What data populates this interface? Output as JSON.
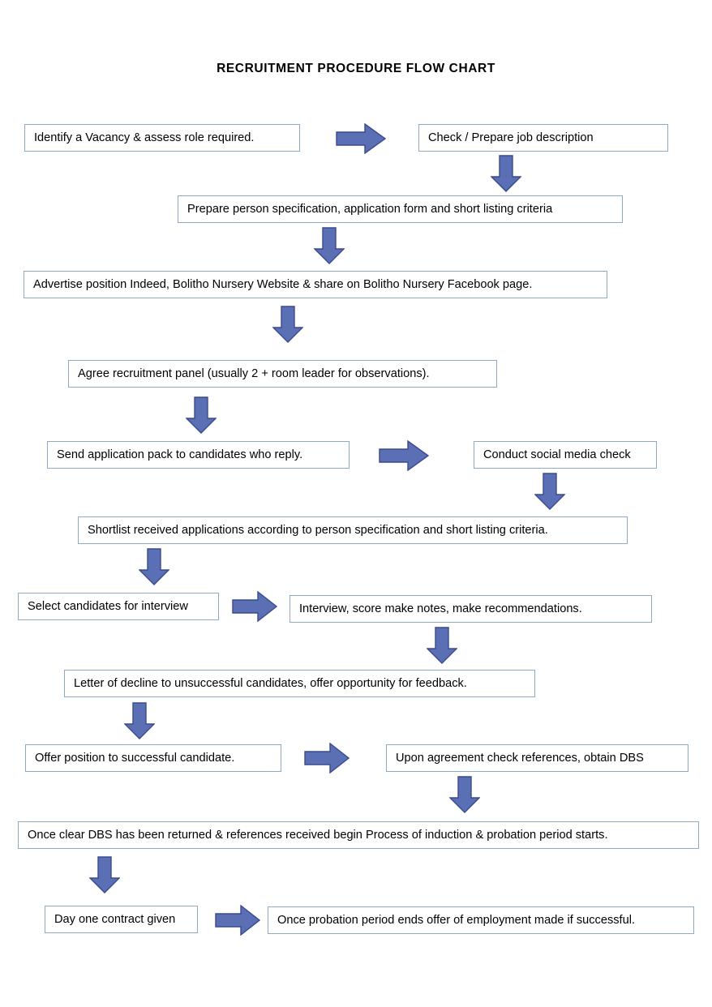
{
  "page": {
    "title": "RECRUITMENT PROCEDURE FLOW CHART",
    "background_color": "#ffffff",
    "box_border_color": "#8faac4",
    "arrow_fill_color": "#5b6fb5",
    "arrow_border_color": "#3a4a8c",
    "text_color": "#000000"
  },
  "nodes": [
    {
      "id": "identify-vacancy",
      "label": "Identify a Vacancy & assess role required."
    },
    {
      "id": "check-job-description",
      "label": "Check / Prepare job description"
    },
    {
      "id": "prepare-person-spec",
      "label": "Prepare person specification, application form and short listing criteria"
    },
    {
      "id": "advertise-position",
      "label": "Advertise position Indeed, Bolitho Nursery Website & share on Bolitho Nursery Facebook page."
    },
    {
      "id": "agree-recruitment-panel",
      "label": "Agree recruitment panel (usually 2 + room leader for observations)."
    },
    {
      "id": "send-application-pack",
      "label": "Send application pack to candidates who reply."
    },
    {
      "id": "conduct-social-check",
      "label": "Conduct social media check"
    },
    {
      "id": "shortlist-applications",
      "label": "Shortlist received applications according to person specification and short listing criteria."
    },
    {
      "id": "select-candidates",
      "label": "Select candidates for interview"
    },
    {
      "id": "interview-score",
      "label": "Interview, score make notes, make recommendations."
    },
    {
      "id": "letter-of-decline",
      "label": "Letter of decline to unsuccessful candidates, offer opportunity for feedback."
    },
    {
      "id": "offer-position",
      "label": "Offer position to successful candidate."
    },
    {
      "id": "check-references-dbs",
      "label": "Upon agreement check references, obtain DBS"
    },
    {
      "id": "induction-probation",
      "label": "Once clear DBS has been returned & references received begin Process of induction & probation period starts."
    },
    {
      "id": "day-one-contract",
      "label": "Day one contract given"
    },
    {
      "id": "probation-ends-offer",
      "label": "Once probation period ends offer of employment made if successful."
    }
  ],
  "connectors": [
    {
      "id": "identify-to-check",
      "direction": "right",
      "from": "identify-vacancy",
      "to": "check-job-description"
    },
    {
      "id": "check-to-prepare",
      "direction": "down",
      "from": "check-job-description",
      "to": "prepare-person-spec"
    },
    {
      "id": "prepare-to-advertise",
      "direction": "down",
      "from": "prepare-person-spec",
      "to": "advertise-position"
    },
    {
      "id": "advertise-to-panel",
      "direction": "down",
      "from": "advertise-position",
      "to": "agree-recruitment-panel"
    },
    {
      "id": "panel-to-send-pack",
      "direction": "down",
      "from": "agree-recruitment-panel",
      "to": "send-application-pack"
    },
    {
      "id": "send-pack-to-social-check",
      "direction": "right",
      "from": "send-application-pack",
      "to": "conduct-social-check"
    },
    {
      "id": "social-check-to-shortlist",
      "direction": "down",
      "from": "conduct-social-check",
      "to": "shortlist-applications"
    },
    {
      "id": "shortlist-to-select",
      "direction": "down",
      "from": "shortlist-applications",
      "to": "select-candidates"
    },
    {
      "id": "select-to-interview",
      "direction": "right",
      "from": "select-candidates",
      "to": "interview-score"
    },
    {
      "id": "interview-to-letter",
      "direction": "down",
      "from": "interview-score",
      "to": "letter-of-decline"
    },
    {
      "id": "letter-to-offer",
      "direction": "down",
      "from": "letter-of-decline",
      "to": "offer-position"
    },
    {
      "id": "offer-to-references",
      "direction": "right",
      "from": "offer-position",
      "to": "check-references-dbs"
    },
    {
      "id": "references-to-induction",
      "direction": "down",
      "from": "check-references-dbs",
      "to": "induction-probation"
    },
    {
      "id": "induction-to-day-one",
      "direction": "down",
      "from": "induction-probation",
      "to": "day-one-contract"
    },
    {
      "id": "day-one-to-probation-offer",
      "direction": "right",
      "from": "day-one-contract",
      "to": "probation-ends-offer"
    }
  ]
}
